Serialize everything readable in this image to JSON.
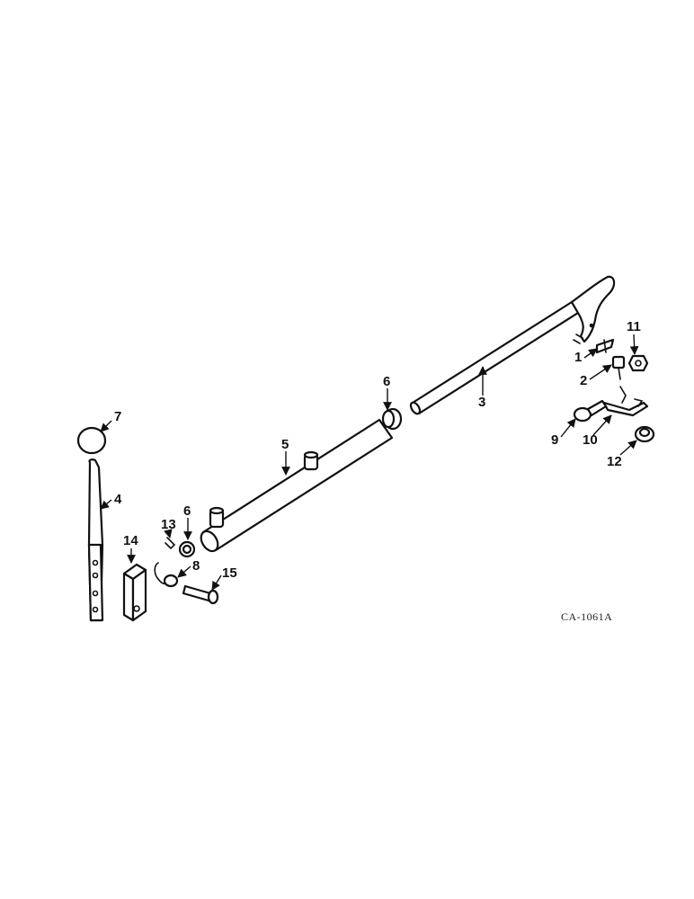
{
  "drawing_code": "CA-1061A",
  "callouts": [
    {
      "id": "c1",
      "label": "1"
    },
    {
      "id": "c2",
      "label": "2"
    },
    {
      "id": "c3",
      "label": "3"
    },
    {
      "id": "c4",
      "label": "4"
    },
    {
      "id": "c5",
      "label": "5"
    },
    {
      "id": "c6a",
      "label": "6"
    },
    {
      "id": "c6b",
      "label": "6"
    },
    {
      "id": "c7",
      "label": "7"
    },
    {
      "id": "c8",
      "label": "8"
    },
    {
      "id": "c9",
      "label": "9"
    },
    {
      "id": "c10",
      "label": "10"
    },
    {
      "id": "c11",
      "label": "11"
    },
    {
      "id": "c12",
      "label": "12"
    },
    {
      "id": "c13",
      "label": "13"
    },
    {
      "id": "c14",
      "label": "14"
    },
    {
      "id": "c15",
      "label": "15"
    }
  ]
}
